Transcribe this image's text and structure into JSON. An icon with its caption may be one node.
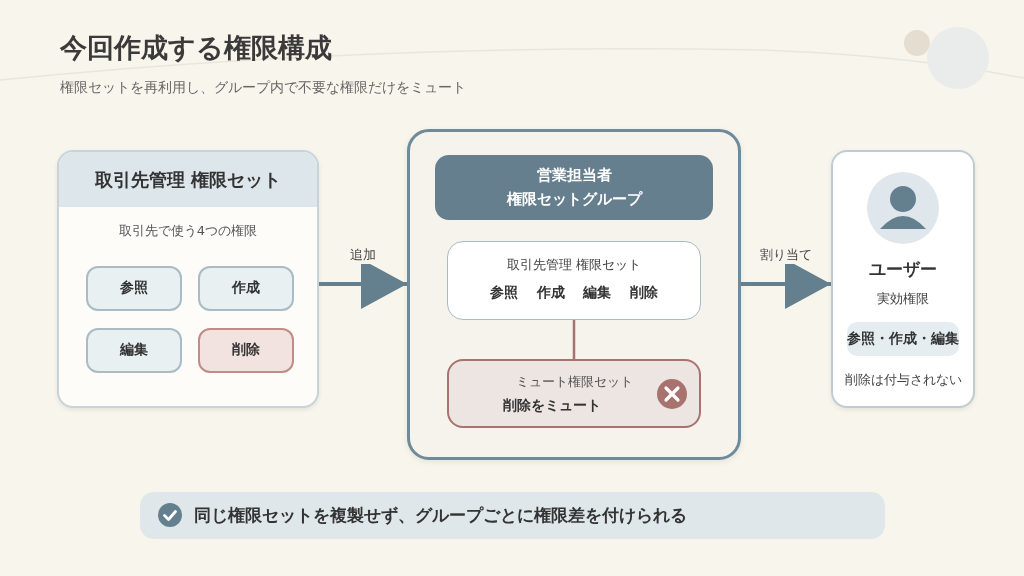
{
  "diagram": {
    "title": "今回作成する権限構成",
    "nodes": [
      {
        "text": [
          "取引先管理 権限セット",
          "取引先で使う4つの権限"
        ]
      },
      {
        "text": [
          "参照"
        ],
        "in": 0
      },
      {
        "text": [
          "作成"
        ],
        "in": 0
      },
      {
        "text": [
          "編集"
        ],
        "in": 0
      },
      {
        "text": [
          "削除"
        ],
        "in": 0
      },
      {
        "text": [],
        "shape": "box"
      },
      {
        "text": [
          "営業担当者",
          "権限セットグループ"
        ],
        "in": 5
      },
      {
        "text": [
          "取引先管理 権限セット",
          "参照 作成 編集 削除"
        ],
        "in": 5
      },
      {
        "text": [
          "ミュート権限セット",
          "削除をミュート"
        ],
        "in": 5
      },
      {
        "text": [
          "ユーザー",
          "実効権限",
          "削除は付与されない"
        ]
      },
      {
        "text": [
          "参照・作成・編集"
        ],
        "in": 9
      },
      {
        "text": [
          "同じ権限セットを複製せず、グループごとに権限差を付けられる"
        ]
      }
    ],
    "edges": [
      {
        "from": 0,
        "to": 5,
        "label": "追加",
        "arrow": "to"
      },
      {
        "from": 5,
        "to": 9,
        "label": "割り当て",
        "arrow": "to"
      },
      {
        "from": 7,
        "to": 8,
        "arrow": "none",
        "color": "#a57370"
      }
    ],
    "labels": [
      "権限セットを再利用し、グループ内で不要な権限だけをミュート"
    ]
  }
}
